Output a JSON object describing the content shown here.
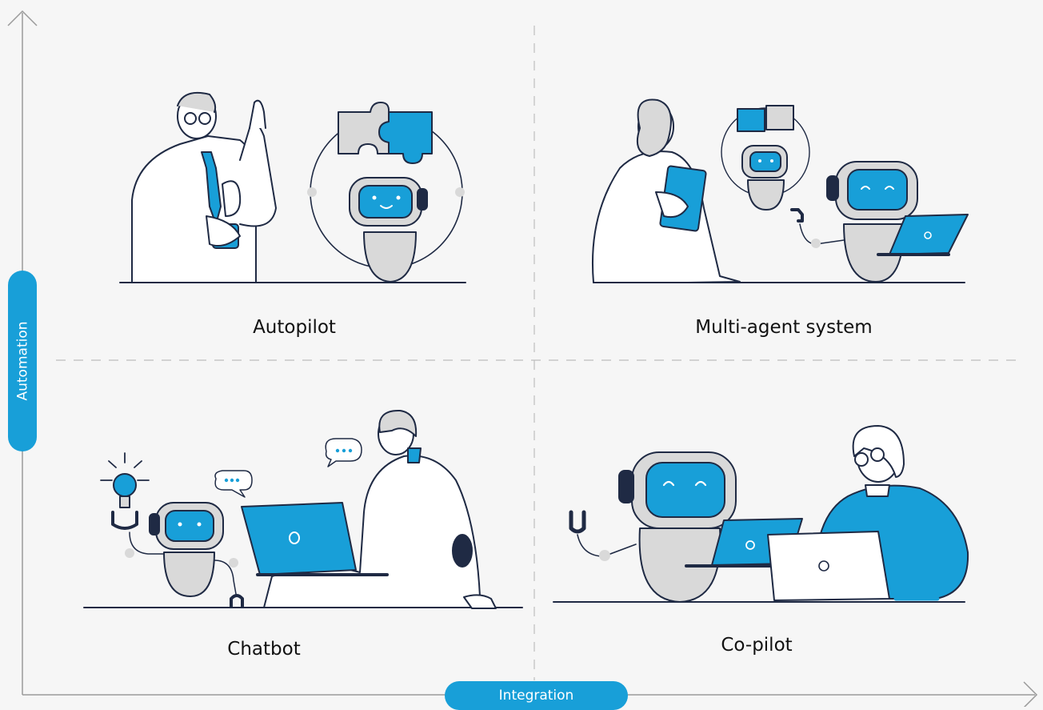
{
  "axes": {
    "x_label": "Integration",
    "y_label": "Automation"
  },
  "quadrants": [
    {
      "position": "top-left",
      "label": "Autopilot"
    },
    {
      "position": "top-right",
      "label": "Multi-agent system"
    },
    {
      "position": "bottom-left",
      "label": "Chatbot"
    },
    {
      "position": "bottom-right",
      "label": "Co-pilot"
    }
  ],
  "colors": {
    "accent": "#189fd8",
    "line": "#1f2a44",
    "robot_body": "#d9d9d9",
    "background": "#f6f6f6"
  }
}
